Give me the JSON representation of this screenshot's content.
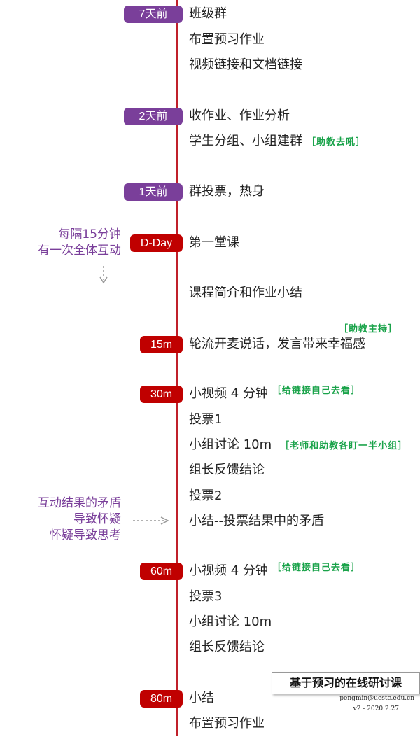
{
  "milestones": [
    {
      "badge": "7天前",
      "items": [
        "班级群",
        "布置预习作业",
        "视频链接和文档链接"
      ]
    },
    {
      "badge": "2天前",
      "items": [
        "收作业、作业分析",
        "学生分组、小组建群"
      ],
      "note": "［助教去吼］"
    },
    {
      "badge": "1天前",
      "items": [
        "群投票，热身"
      ]
    },
    {
      "badge": "D-Day",
      "items": [
        "第一堂课",
        "课程简介和作业小结"
      ]
    },
    {
      "badge": "15m",
      "items": [
        "轮流开麦说话，发言带来幸福感"
      ],
      "note": "［助教主持］"
    },
    {
      "badge": "30m",
      "items": [
        "小视频 4 分钟",
        "投票1",
        "小组讨论 10m",
        "组长反馈结论",
        "投票2",
        "小结--投票结果中的矛盾"
      ],
      "notes": {
        "video": "［给链接自己去看］",
        "discuss": "［老师和助教各盯一半小组］"
      }
    },
    {
      "badge": "60m",
      "items": [
        "小视频 4 分钟",
        "投票3",
        "小组讨论 10m",
        "组长反馈结论"
      ],
      "note": "［给链接自己去看］"
    },
    {
      "badge": "80m",
      "items": [
        "小结",
        "布置预习作业"
      ]
    }
  ],
  "side_notes": {
    "interval": [
      "每隔15分钟",
      "有一次全体互动"
    ],
    "conflict": [
      "互动结果的矛盾",
      "导致怀疑",
      "怀疑导致思考"
    ]
  },
  "footer": {
    "title": "基于预习的在线研讨课",
    "email": "pengmin@uestc.edu.cn",
    "version": "v2 - 2020.2.27"
  },
  "colors": {
    "timeline": "#c0202a",
    "purple": "#7a3f9a",
    "red": "#c00000",
    "note_green": "#1aa34a"
  }
}
